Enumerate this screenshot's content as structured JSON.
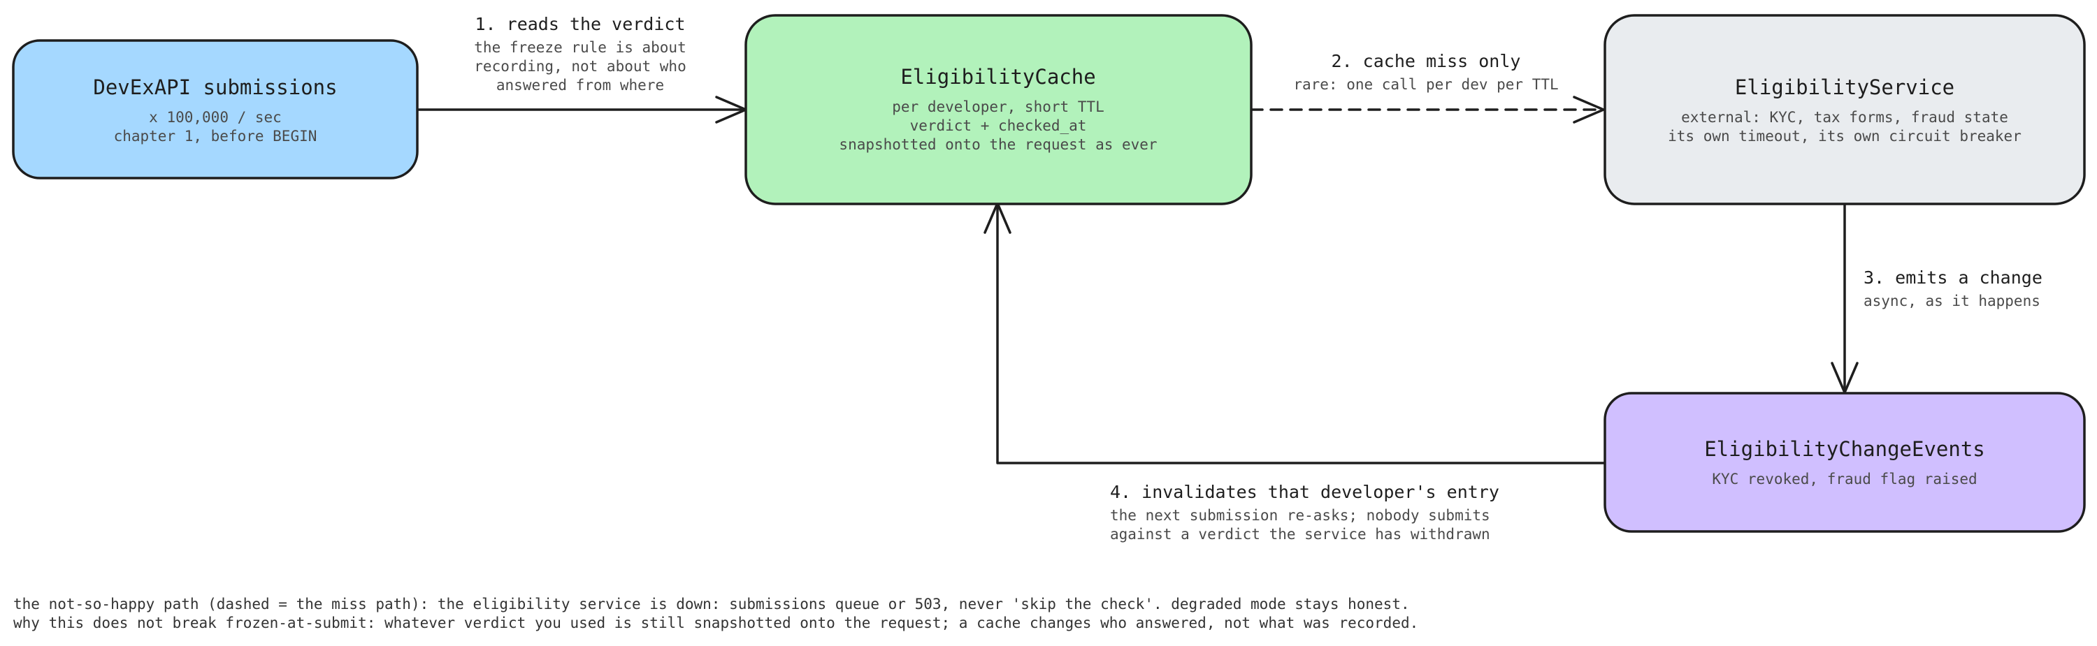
{
  "nodes": {
    "submissions": {
      "title": "DevExAPI submissions",
      "lines": [
        "x 100,000 / sec",
        "chapter 1, before BEGIN"
      ],
      "fill": "#a5d8ff"
    },
    "cache": {
      "title": "EligibilityCache",
      "lines": [
        "per developer, short TTL",
        "verdict + checked_at",
        "snapshotted onto the request as ever"
      ],
      "fill": "#b2f2bb"
    },
    "service": {
      "title": "EligibilityService",
      "lines": [
        "external: KYC, tax forms, fraud state",
        "its own timeout, its own circuit breaker"
      ],
      "fill": "#e9ecef"
    },
    "events": {
      "title": "EligibilityChangeEvents",
      "lines": [
        "KYC revoked, fraud flag raised"
      ],
      "fill": "#d0bfff"
    }
  },
  "edges": {
    "reads": {
      "title": "1. reads the verdict",
      "lines": [
        "the freeze rule is about",
        "recording, not about who",
        "answered from where"
      ]
    },
    "miss": {
      "title": "2. cache miss only",
      "lines": [
        "rare: one call per dev per TTL"
      ]
    },
    "emits": {
      "title": "3. emits a change",
      "lines": [
        "async, as it happens"
      ]
    },
    "invalidates": {
      "title": "4. invalidates that developer's entry",
      "lines": [
        "the next submission re-asks; nobody submits",
        "against a verdict the service has withdrawn"
      ]
    }
  },
  "footnotes": [
    "the not-so-happy path (dashed = the miss path): the eligibility service is down: submissions queue or 503, never 'skip the check'. degraded mode stays honest.",
    "why this does not break frozen-at-submit: whatever verdict you used is still snapshotted onto the request; a cache changes who answered, not what was recorded."
  ]
}
